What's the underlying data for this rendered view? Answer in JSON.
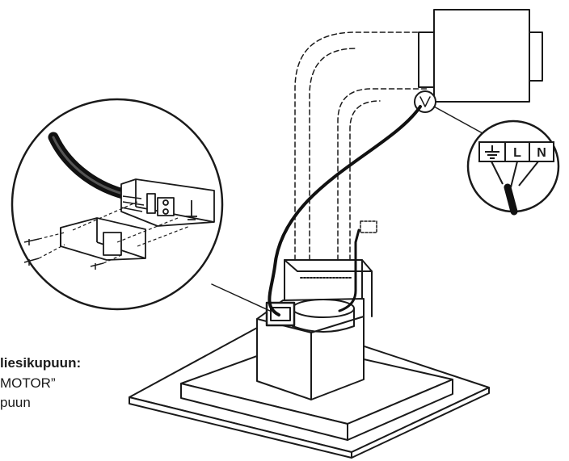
{
  "captions": {
    "line1": "liesikupuun:",
    "line2": "MOTOR”",
    "line3": "puun"
  },
  "terminals": {
    "earth": "⏚",
    "live": "L",
    "neutral": "N"
  },
  "colors": {
    "line": "#1a1a1a",
    "cable": "#111111",
    "background": "#ffffff"
  }
}
